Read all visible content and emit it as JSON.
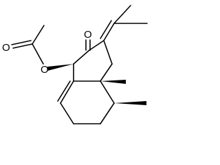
{
  "structure": {
    "atoms": {
      "carbonyl_oxygen": "O",
      "ester_carbonyl_oxygen": "O",
      "ester_oxygen": "O"
    },
    "colors": {
      "ink": "#000000",
      "background": "#ffffff"
    }
  }
}
